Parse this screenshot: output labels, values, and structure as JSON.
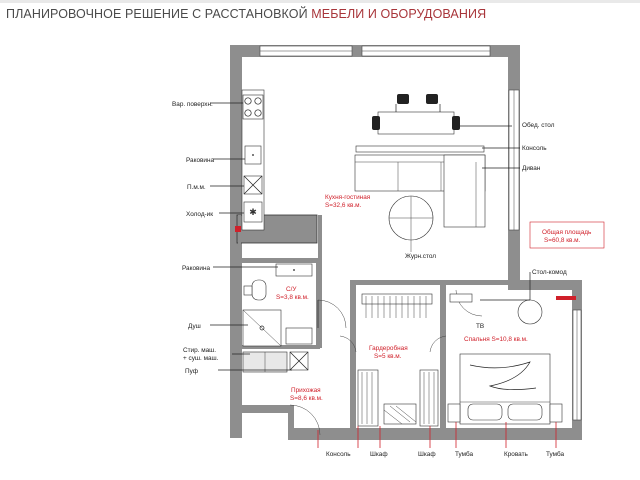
{
  "title": {
    "main": "ПЛАНИРОВОЧНОЕ РЕШЕНИЕ С РАССТАНОВКОЙ ",
    "accent": "МЕБЕЛИ И ОБОРУДОВАНИЯ"
  },
  "rooms": {
    "kitchen": {
      "name": "Кухня-гостиная",
      "area": "S=32,6 кв.м."
    },
    "bathroom": {
      "name": "С/У",
      "area": "S=3,8 кв.м."
    },
    "hall": {
      "name": "Прихожая",
      "area": "S=8,6 кв.м."
    },
    "wardrobe": {
      "name": "Гардеробная",
      "area": "S=5 кв.м."
    },
    "bedroom": {
      "name": "Спальня S=10,8 кв.м."
    }
  },
  "total_area": {
    "label": "Общая площадь",
    "value": "S=60,8 кв.м."
  },
  "left_labels": {
    "hob": "Вар. поверхн.",
    "sink_kitchen": "Раковина",
    "dishwasher": "П.м.м.",
    "fridge": "Холод-ик",
    "sink_bath": "Раковина",
    "shower": "Душ",
    "washer_line1": "Стир. маш.",
    "washer_line2": "+ суш. маш.",
    "pouf": "Пуф"
  },
  "right_labels": {
    "dining_table": "Обед. стол",
    "console": "Консоль",
    "sofa": "Диван",
    "coffee_table": "Журн.стол",
    "dresser": "Стол-комод",
    "tv": "ТВ"
  },
  "bottom_labels": [
    "Консоль",
    "Шкаф",
    "Шкаф",
    "Тумба",
    "Кровать",
    "Тумба"
  ]
}
